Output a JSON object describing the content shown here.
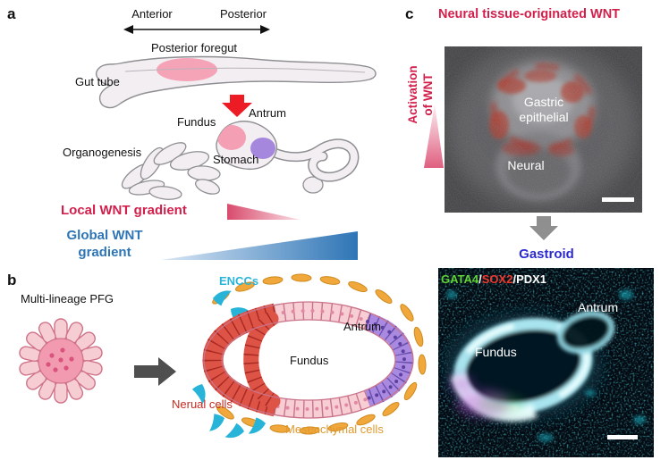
{
  "colors": {
    "accent-red": "#d21f4c",
    "accent-blue": "#2e75b6",
    "gastroid-blue": "#2b2bd0",
    "encc-cyan": "#29b5d8",
    "mesenchyme-orange": "#e0992f",
    "neural-red": "#c52a20",
    "gata4-green": "#5fd437",
    "sox2-red": "#f0392e",
    "fundus-pink": "#f49fb4",
    "antrum-purple": "#a588dd"
  },
  "panel_a": {
    "label": "a",
    "anterior_label": "Anterior",
    "posterior_label": "Posterior",
    "posterior_foregut_label": "Posterior foregut",
    "gut_tube_label": "Gut tube",
    "fundus_label": "Fundus",
    "antrum_label": "Antrum",
    "organogenesis_label": "Organogenesis",
    "stomach_label": "Stomach",
    "local_wnt_label": "Local WNT gradient",
    "global_wnt_line1": "Global WNT",
    "global_wnt_line2": "gradient"
  },
  "panel_b": {
    "label": "b",
    "multilineage_pfg_label": "Multi-lineage PFG",
    "enccs_label": "ENCCs",
    "antrum_label": "Antrum",
    "fundus_label": "Fundus",
    "neural_cells_label": "Nerual cells",
    "mesenchymal_cells_label": "Mesenchymal cells"
  },
  "panel_c": {
    "label": "c",
    "title": "Neural tissue-originated WNT",
    "activation_line1": "Activation",
    "activation_line2": "of WNT",
    "micrograph_top": {
      "gastric_line1": "Gastric",
      "gastric_line2": "epithelial",
      "neural_label": "Neural"
    },
    "gastroid_label": "Gastroid",
    "micrograph_bottom": {
      "stain_gata4": "GATA4",
      "stain_slash1": "/",
      "stain_sox2": "SOX2",
      "stain_slash2": "/",
      "stain_pdx1": "PDX1",
      "antrum_label": "Antrum",
      "fundus_label": "Fundus"
    }
  }
}
